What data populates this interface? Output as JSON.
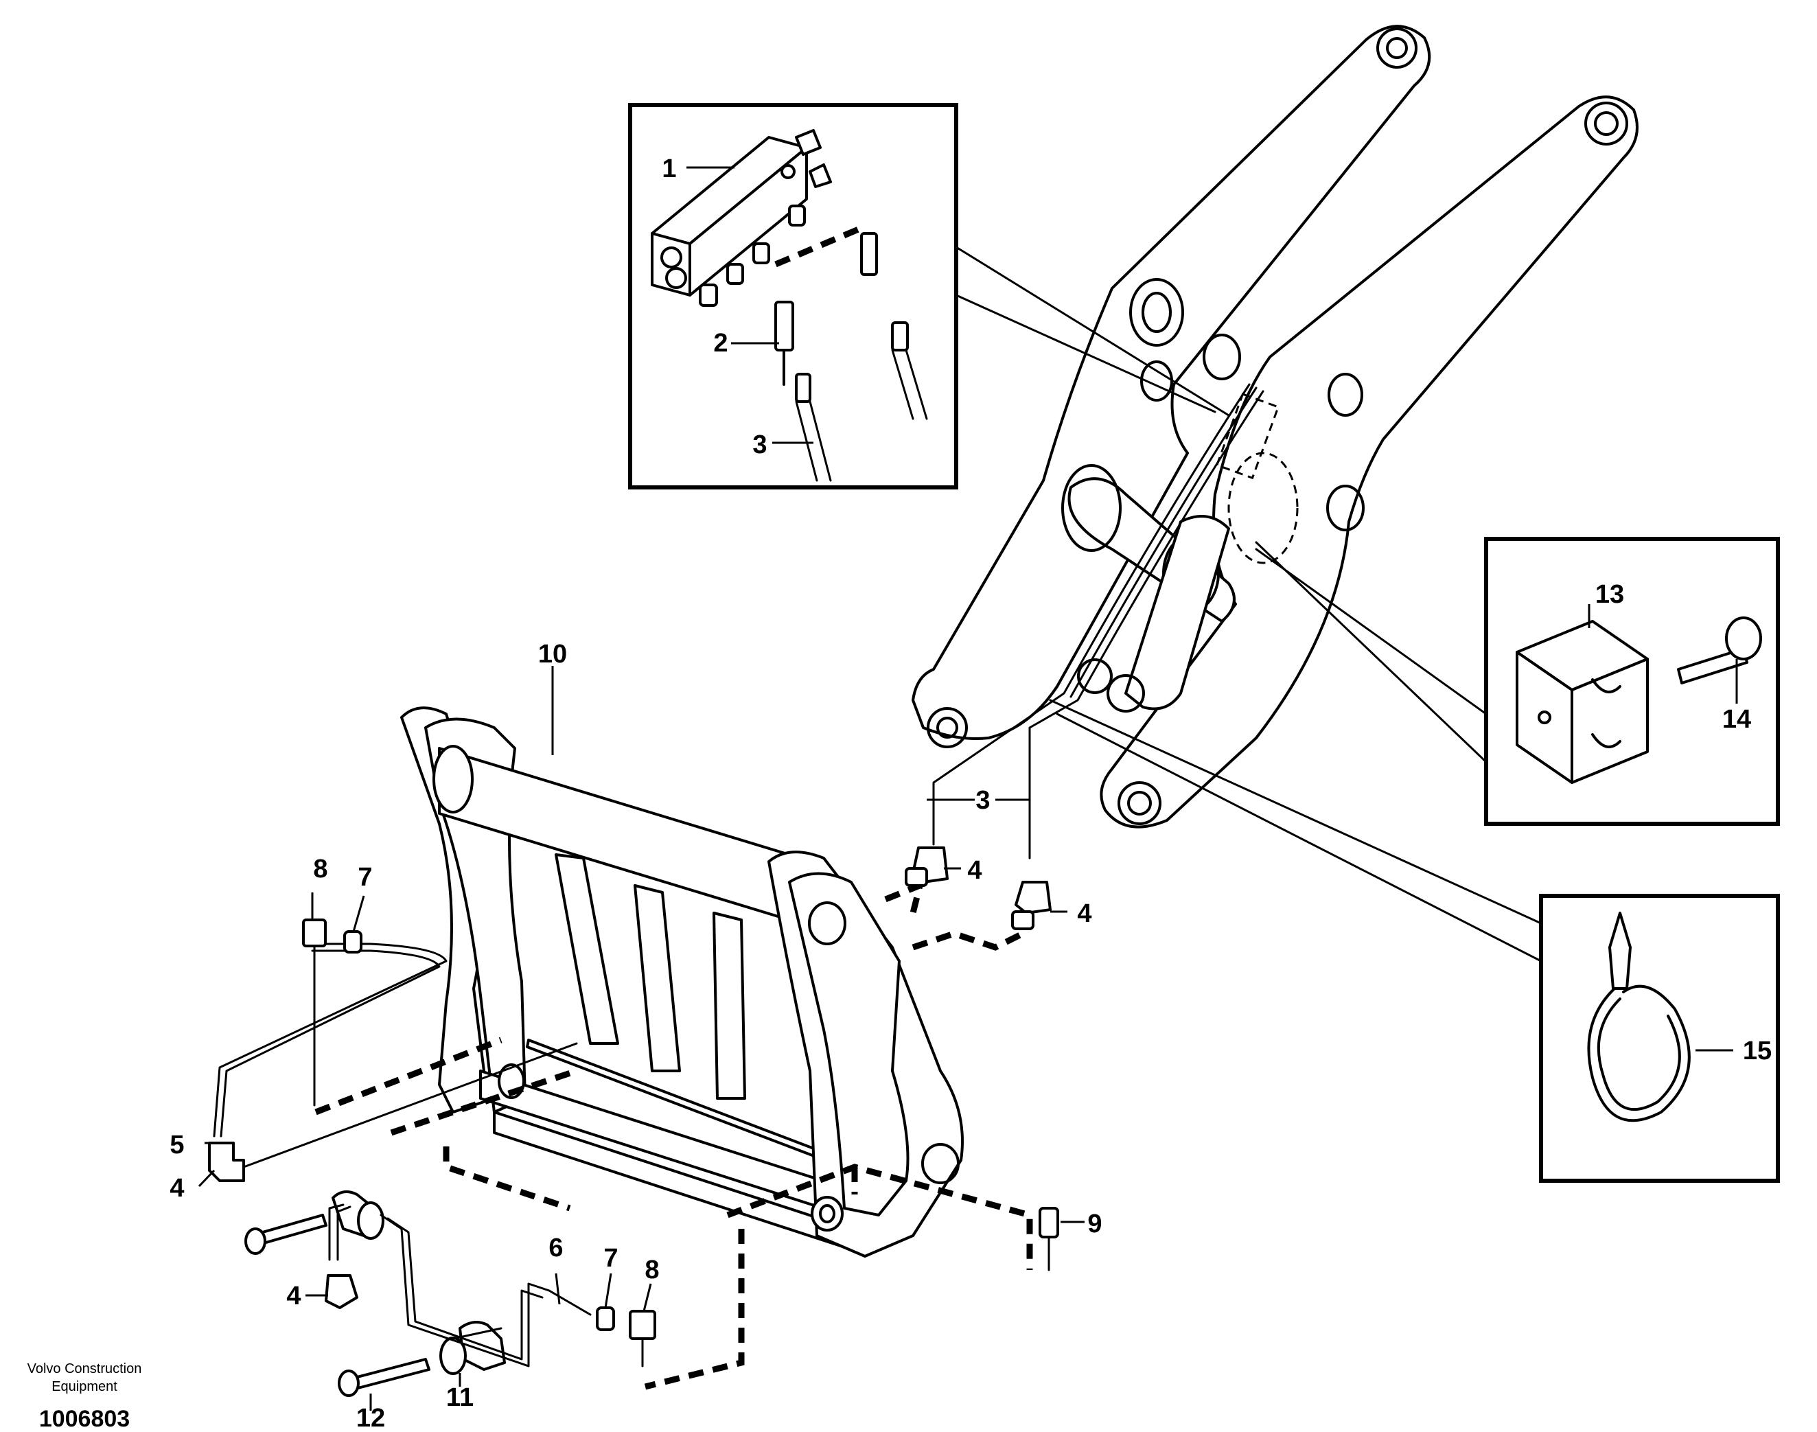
{
  "figure_number": "1006803",
  "brand_line1": "Volvo Construction",
  "brand_line2": "Equipment",
  "callouts": {
    "c1": "1",
    "c2": "2",
    "c3a": "3",
    "c3b": "3",
    "c4a": "4",
    "c4b": "4",
    "c4c": "4",
    "c4d": "4",
    "c5": "5",
    "c6": "6",
    "c7a": "7",
    "c7b": "7",
    "c8a": "8",
    "c8b": "8",
    "c9": "9",
    "c10": "10",
    "c11": "11",
    "c12": "12",
    "c13": "13",
    "c14": "14",
    "c15": "15"
  }
}
